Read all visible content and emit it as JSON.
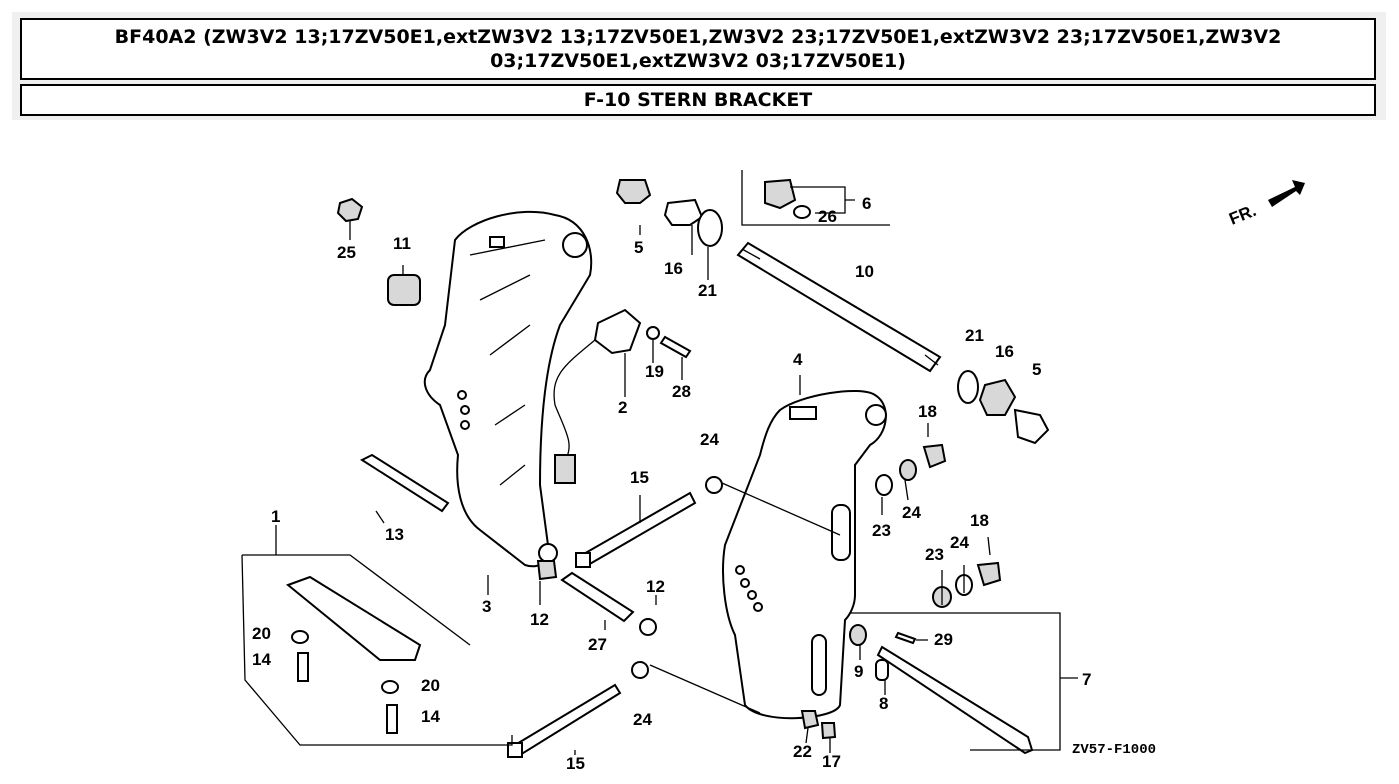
{
  "header": {
    "title": "BF40A2 (ZW3V2 13;17ZV50E1,extZW3V2 13;17ZV50E1,ZW3V2 23;17ZV50E1,extZW3V2 23;17ZV50E1,ZW3V2 03;17ZV50E1,extZW3V2 03;17ZV50E1)",
    "section": "F-10 STERN BRACKET"
  },
  "diagram": {
    "direction_label": "FR.",
    "drawing_code": "ZV57-F1000",
    "callouts": {
      "c1": "1",
      "c2": "2",
      "c3": "3",
      "c4": "4",
      "c5a": "5",
      "c5b": "5",
      "c6": "6",
      "c7": "7",
      "c8": "8",
      "c9": "9",
      "c10": "10",
      "c11": "11",
      "c12a": "12",
      "c12b": "12",
      "c13": "13",
      "c14a": "14",
      "c14b": "14",
      "c15a": "15",
      "c15b": "15",
      "c16a": "16",
      "c16b": "16",
      "c17": "17",
      "c18a": "18",
      "c18b": "18",
      "c19": "19",
      "c20a": "20",
      "c20b": "20",
      "c21a": "21",
      "c21b": "21",
      "c22": "22",
      "c23a": "23",
      "c23b": "23",
      "c24a": "24",
      "c24b": "24",
      "c24c": "24",
      "c24d": "24",
      "c25": "25",
      "c26": "26",
      "c27": "27",
      "c28": "28",
      "c29": "29"
    }
  }
}
